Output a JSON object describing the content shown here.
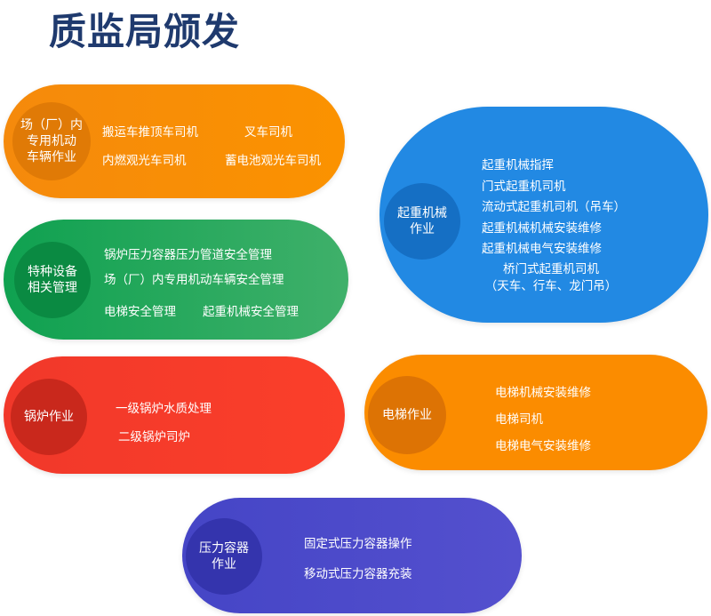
{
  "title": "质监局颁发",
  "groups": [
    {
      "name": "场（厂）内\n专用机动\n车辆作业",
      "items": [
        "搬运车推顶车司机",
        "叉车司机",
        "内燃观光车司机",
        "蓄电池观光车司机"
      ],
      "color": "#f58a0c"
    },
    {
      "name": "特种设备\n相关管理",
      "items": [
        "锅炉压力容器压力管道安全管理",
        "场（厂）内专用机动车辆安全管理",
        "电梯安全管理",
        "起重机械安全管理"
      ],
      "color": "#1aa55a"
    },
    {
      "name": "锅炉作业",
      "items": [
        "一级锅炉水质处理",
        "二级锅炉司炉"
      ],
      "color": "#f53b2a"
    },
    {
      "name": "起重机械\n作业",
      "items": [
        "起重机械指挥",
        "门式起重机司机",
        "流动式起重机司机（吊车）",
        "起重机械机械安装维修",
        "起重机械电气安装维修",
        "桥门式起重机司机",
        "（天车、行车、龙门吊）"
      ],
      "color": "#2289e3"
    },
    {
      "name": "电梯作业",
      "items": [
        "电梯机械安装维修",
        "电梯司机",
        "电梯电气安装维修"
      ],
      "color": "#fb8c00"
    },
    {
      "name": "压力容器\n作业",
      "items": [
        "固定式压力容器操作",
        "移动式压力容器充装"
      ],
      "color": "#4b4aca"
    }
  ]
}
